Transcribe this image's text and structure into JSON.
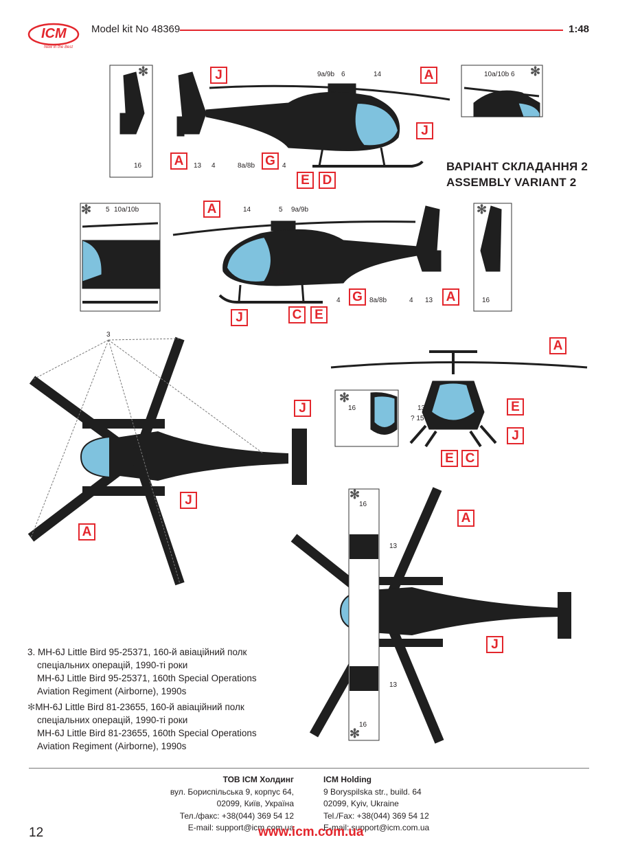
{
  "header": {
    "logo": "ICM",
    "logo_tagline": "New in the Best",
    "model_kit": "Model kit No 48369",
    "scale": "1:48"
  },
  "assembly_title": {
    "ua": "ВАРІАНТ СКЛАДАННЯ 2",
    "en": "ASSEMBLY VARIANT 2"
  },
  "asterisk": "✻",
  "side_view_1": {
    "callouts": [
      "J",
      "A",
      "J",
      "A",
      "G",
      "E",
      "D"
    ],
    "numbers": [
      "9a/9b",
      "6",
      "14",
      "13",
      "4",
      "8a/8b",
      "4",
      "16",
      "10a/10b",
      "6"
    ]
  },
  "side_view_2": {
    "callouts": [
      "A",
      "J",
      "C",
      "E",
      "G",
      "A"
    ],
    "numbers": [
      "5",
      "10a/10b",
      "16",
      "14",
      "5",
      "9a/9b",
      "13",
      "4",
      "8a/8b",
      "4",
      "13",
      "16"
    ]
  },
  "top_view_1": {
    "callouts": [
      "J",
      "J",
      "A"
    ],
    "numbers": [
      "3"
    ]
  },
  "front_view": {
    "callouts": [
      "A",
      "E",
      "J",
      "E",
      "C"
    ],
    "numbers": [
      "16",
      "13",
      "? 15"
    ]
  },
  "bottom_view": {
    "callouts": [
      "A",
      "J"
    ],
    "numbers": [
      "16",
      "13",
      "13",
      "16"
    ]
  },
  "description": {
    "item1": [
      "3. MH-6J Little Bird 95-25371, 160-й авіаційний полк",
      "спеціальних операцій, 1990-ті роки",
      "MH-6J Little Bird 95-25371, 160th Special Operations",
      "Aviation Regiment (Airborne), 1990s"
    ],
    "item2": [
      "MH-6J Little Bird 81-23655, 160-й авіаційний полк",
      "спеціальних операцій, 1990-ті роки",
      "MH-6J Little Bird 81-23655, 160th Special Operations",
      "Aviation Regiment (Airborne), 1990s"
    ]
  },
  "footer": {
    "ua": {
      "company": "ТОВ ICM Холдинг",
      "address1": "вул. Бориспільська 9, корпус 64,",
      "address2": "02099, Київ, Україна",
      "phone": "Тел./факс: +38(044) 369 54 12",
      "email": "E-mail: support@icm.com.ua"
    },
    "en": {
      "company": "ICM Holding",
      "address1": "9 Boryspilska str., build. 64",
      "address2": "02099, Kyiv, Ukraine",
      "phone": "Tel./Fax: +38(044) 369 54 12",
      "email": "E-mail: support@icm.com.ua"
    },
    "page_number": "12",
    "website": "www.icm.com.ua"
  },
  "colors": {
    "accent": "#e3262c",
    "body": "#1f1f1f",
    "canopy": "#7fc2de"
  }
}
